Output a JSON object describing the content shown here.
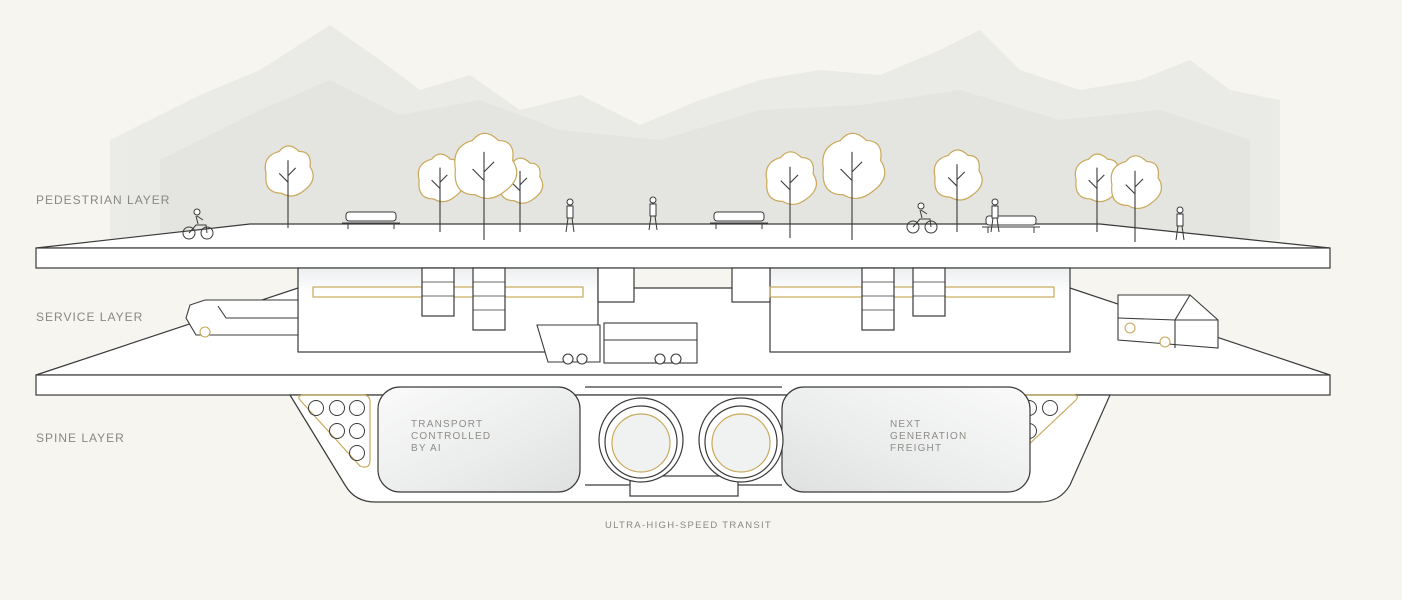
{
  "layers": {
    "pedestrian": "PEDESTRIAN LAYER",
    "service": "SERVICE LAYER",
    "spine": "SPINE LAYER"
  },
  "pods": {
    "left": "TRANSPORT\nCONTROLLED\nBY AI",
    "right": "NEXT\nGENERATION\nFREIGHT"
  },
  "caption": "ULTRA-HIGH-SPEED TRANSIT",
  "colors": {
    "background": "#f6f5f0",
    "accent_gold": "#c9a95a",
    "line": "#3a3a3a",
    "label": "#8a8883"
  }
}
